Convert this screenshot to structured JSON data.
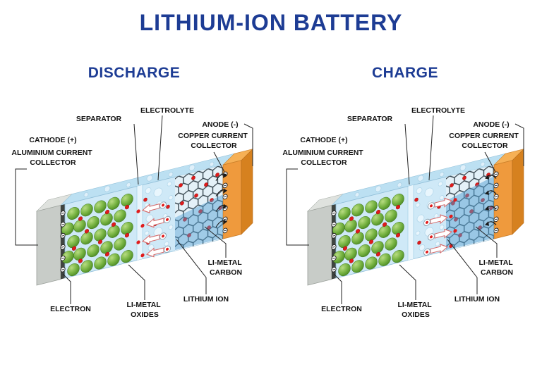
{
  "title": "LITHIUM-ION BATTERY",
  "panels": {
    "discharge": {
      "heading": "DISCHARGE"
    },
    "charge": {
      "heading": "CHARGE"
    }
  },
  "labels": {
    "separator": "SEPARATOR",
    "electrolyte": "ELECTROLYTE",
    "anode": "ANODE (-)",
    "copper1": "COPPER CURRENT",
    "copper2": "COLLECTOR",
    "cathode": "CATHODE (+)",
    "aluminium1": "ALUMINIUM CURRENT",
    "aluminium2": "COLLECTOR",
    "limetal_carbon1": "LI-METAL",
    "limetal_carbon2": "CARBON",
    "lithium_ion": "LITHIUM ION",
    "electron": "ELECTRON",
    "limetal_oxides1": "LI-METAL",
    "limetal_oxides2": "OXIDES"
  },
  "colors": {
    "title_blue": "#1d3c94",
    "aluminium_gray": "#c8ccc8",
    "collector_dark_edge": "#3f4440",
    "copper_orange": "#ef9a3d",
    "copper_orange_side": "#d6811f",
    "copper_orange_top": "#f6b055",
    "electrolyte_blue": "#cfe9f7",
    "electrolyte_top": "#bce0f2",
    "separator_light": "#e8f5fc",
    "oxide_green": "#79b544",
    "lithium_red": "#e01b1b",
    "carbon_dark": "#36454e",
    "lithiated_blue": "#4d9ed2"
  }
}
